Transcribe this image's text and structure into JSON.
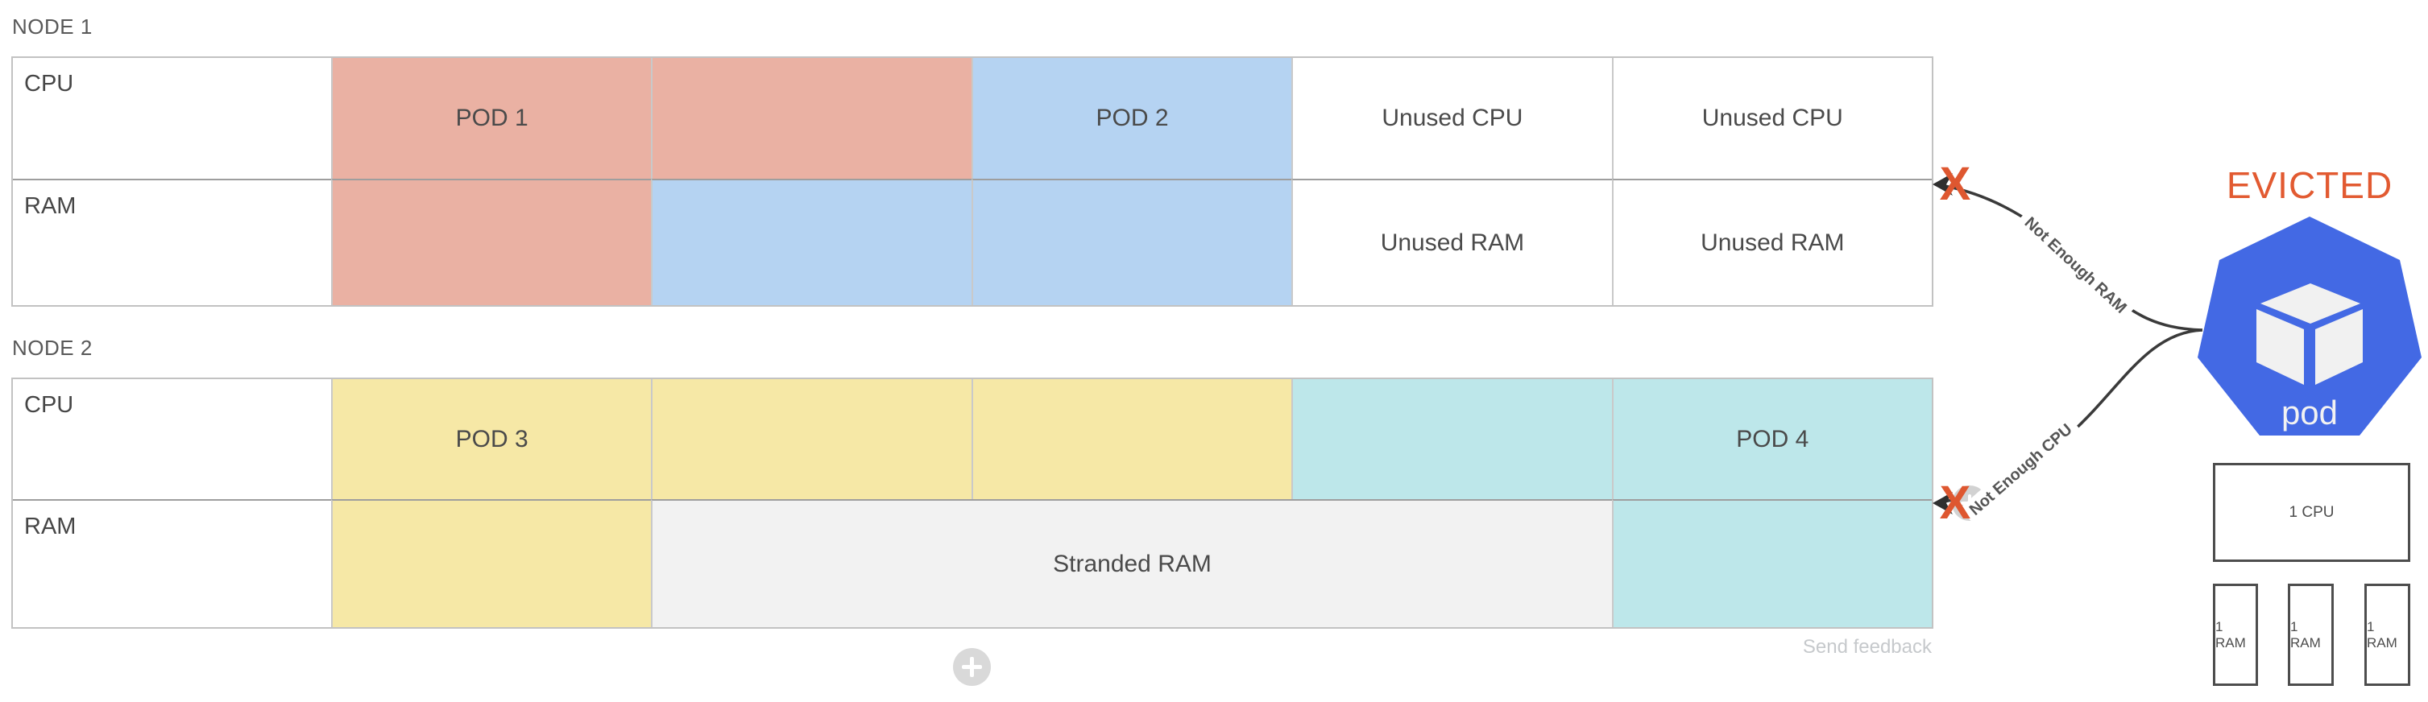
{
  "node1": {
    "label": "NODE 1",
    "row_labels": [
      "CPU",
      "RAM"
    ],
    "cpu_cells": [
      {
        "text": "POD 1",
        "color": "salmon"
      },
      {
        "text": "",
        "color": "salmon"
      },
      {
        "text": "POD 2",
        "color": "blue"
      },
      {
        "text": "Unused CPU",
        "color": "white"
      },
      {
        "text": "Unused CPU",
        "color": "white"
      }
    ],
    "ram_cells": [
      {
        "text": "",
        "color": "salmon"
      },
      {
        "text": "",
        "color": "blue"
      },
      {
        "text": "",
        "color": "blue"
      },
      {
        "text": "Unused RAM",
        "color": "white"
      },
      {
        "text": "Unused RAM",
        "color": "white"
      }
    ]
  },
  "node2": {
    "label": "NODE 2",
    "row_labels": [
      "CPU",
      "RAM"
    ],
    "cpu_cells": [
      {
        "text": "POD 3",
        "color": "yellow"
      },
      {
        "text": "",
        "color": "yellow"
      },
      {
        "text": "",
        "color": "yellow"
      },
      {
        "text": "",
        "color": "teal"
      },
      {
        "text": "POD 4",
        "color": "teal"
      }
    ],
    "ram_cells": [
      {
        "text": "",
        "color": "yellow"
      },
      {
        "text": "Stranded RAM",
        "color": "gray",
        "span": 3
      },
      {
        "text": "",
        "color": "teal"
      }
    ]
  },
  "arrows": [
    {
      "label": "Not Enough RAM",
      "from": "evicted-pod",
      "to": "node1-edge"
    },
    {
      "label": "Not Enough CPU",
      "from": "evicted-pod",
      "to": "node2-edge"
    }
  ],
  "marks": {
    "x": "X"
  },
  "evicted": {
    "title": "EVICTED",
    "pod_label": "pod"
  },
  "resources": {
    "cpu_box": "1 CPU",
    "ram_boxes": [
      "1 RAM",
      "1 RAM",
      "1 RAM"
    ]
  },
  "footer": {
    "send_feedback": "Send feedback"
  },
  "colors": {
    "pod1_salmon": "#EAB1A3",
    "pod2_blue": "#B5D3F2",
    "pod3_yellow": "#F6E8A6",
    "pod4_teal": "#BDE7EA",
    "stranded_gray": "#F2F2F2",
    "evicted_text": "#E25A31",
    "x_mark": "#DE5730",
    "pod_heptagon": "#4369E4",
    "arrow_line": "#3A3A3A"
  }
}
